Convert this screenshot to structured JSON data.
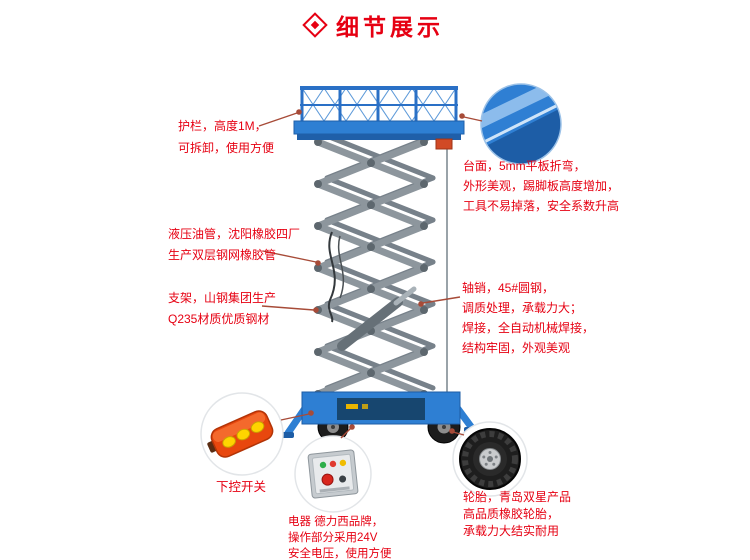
{
  "header": {
    "title": "细节展示",
    "icon": "diamond-icon"
  },
  "annotations": {
    "guardrail": {
      "lines": [
        "护栏，高度1M，",
        "可拆卸，使用方便"
      ]
    },
    "platform": {
      "lines": [
        "台面，5mm平板折弯，",
        "外形美观，踢脚板高度增加，",
        "工具不易掉落，安全系数升高"
      ]
    },
    "hydraulic_hose": {
      "lines": [
        "液压油管，沈阳橡胶四厂",
        "生产双层钢网橡胶管"
      ]
    },
    "support_frame": {
      "lines": [
        "支架，山钢集团生产",
        "Q235材质优质钢材"
      ]
    },
    "axle_pin": {
      "lines": [
        "轴销，45#圆钢，",
        "调质处理，承载力大；",
        "焊接，全自动机械焊接，",
        "结构牢固，外观美观"
      ]
    },
    "remote_switch": {
      "label": "下控开关"
    },
    "electric": {
      "lines": [
        "电器 德力西品牌，",
        "操作部分采用24V",
        "安全电压，使用方便"
      ]
    },
    "tire": {
      "lines": [
        "轮胎，青岛双星产品",
        "高品质橡胶轮胎，",
        "承载力大结实耐用"
      ]
    }
  },
  "colors": {
    "accent_red": "#e60012",
    "leader_line": "#a74b38",
    "machine_blue": "#2e7fd3",
    "machine_blue_dark": "#1d5da6",
    "scissor_gray": "#8d969d",
    "tire_black": "#1e1e1e",
    "remote_red": "#e8470e",
    "button_yellow": "#ffd400"
  }
}
